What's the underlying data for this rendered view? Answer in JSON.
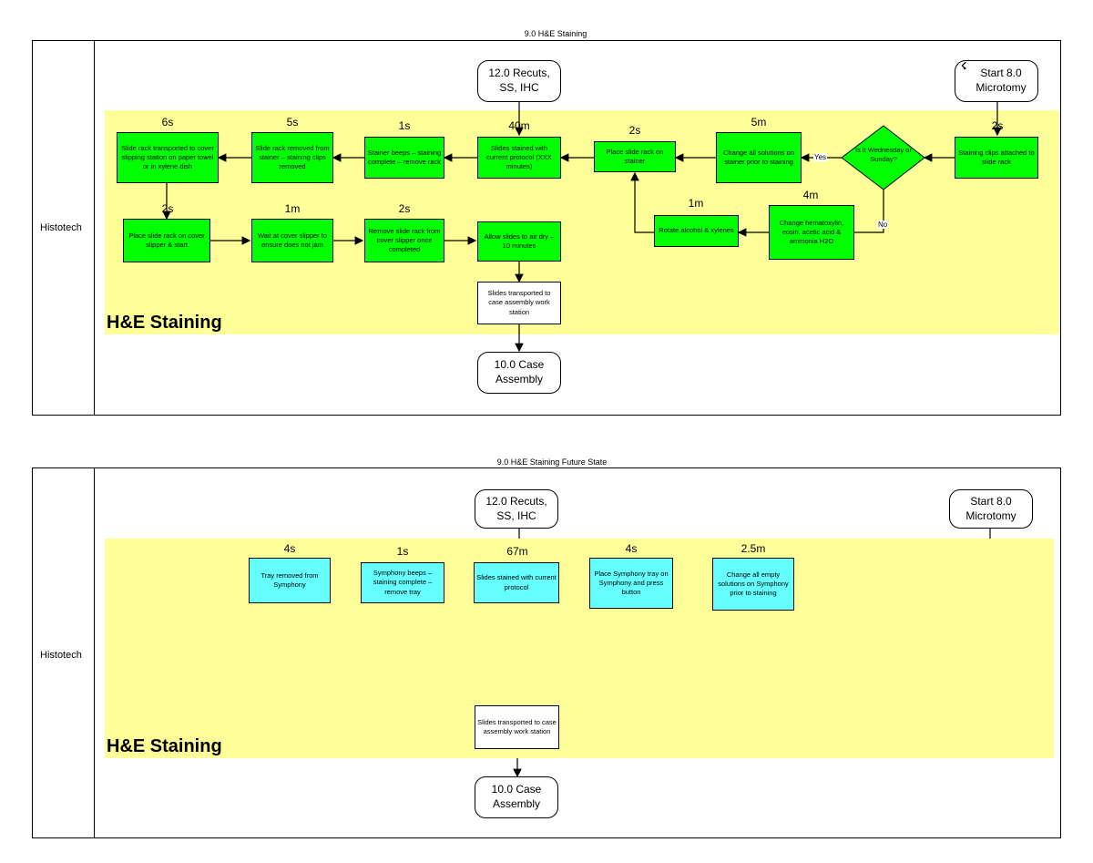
{
  "top": {
    "title": "9.0 H&E Staining",
    "lane": "Histotech",
    "band_title": "H&E Staining",
    "terminals": {
      "recuts": "12.0 Recuts, SS, IHC",
      "start": "Start 8.0 Microtomy",
      "case_assembly": "10.0 Case Assembly"
    },
    "bolt_icon": "lightning-bolt-icon",
    "boxes": {
      "b1": "Slide rack transported to cover slipping station on paper towel or in xylene dish",
      "b2": "Slide rack removed from stainer – staining clips removed",
      "b3": "Stainer beeps – staining complete – remove rack",
      "b4": "Slides stained with current protocol (XXX minutes)",
      "b5": "Place slide rack on stainer",
      "b6": "Change all solutions on stainer prior to staining",
      "b7": "Staining clips attached to slide rack",
      "b8": "Place slide rack on cover slipper & start",
      "b9": "Wait at cover slipper to ensure does not jam",
      "b10": "Remove slide rack from cover slipper once completed",
      "b11": "Allow slides to air dry – 10 minutes",
      "b12": "Rotate alcohol & xylenes",
      "b13": "Change hematoxylin, eosin, acetic acid & ammonia H2O",
      "b14": "Slides transported to case assembly work station"
    },
    "decision": "Is it Wednesday or Sunday?",
    "yes": "Yes",
    "no": "No",
    "times": {
      "t1": "6s",
      "t2": "5s",
      "t3": "1s",
      "t4": "40m",
      "t5": "2s",
      "t6": "5m",
      "t7": "2s",
      "t8": "2s",
      "t9": "1m",
      "t10": "2s",
      "t12": "1m",
      "t13": "4m"
    }
  },
  "bottom": {
    "title": "9.0 H&E Staining Future State",
    "lane": "Histotech",
    "band_title": "H&E Staining",
    "terminals": {
      "recuts": "12.0 Recuts, SS, IHC",
      "start": "Start 8.0 Microtomy",
      "case_assembly": "10.0 Case Assembly"
    },
    "boxes": {
      "c1": "Tray removed from Symphony",
      "c2": "Symphony beeps – staining complete – remove tray",
      "c3": "Slides stained with current protocol",
      "c4": "Place Symphony tray on Symphony and press button",
      "c5": "Change all empty solutions on Symphony prior to staining",
      "c6": "Slides transported to case assembly work station"
    },
    "times": {
      "t1": "4s",
      "t2": "1s",
      "t3": "67m",
      "t4": "4s",
      "t5": "2.5m"
    }
  },
  "colors": {
    "band": "#ffff99",
    "current_step": "#00ff00",
    "future_step": "#66ffff"
  }
}
